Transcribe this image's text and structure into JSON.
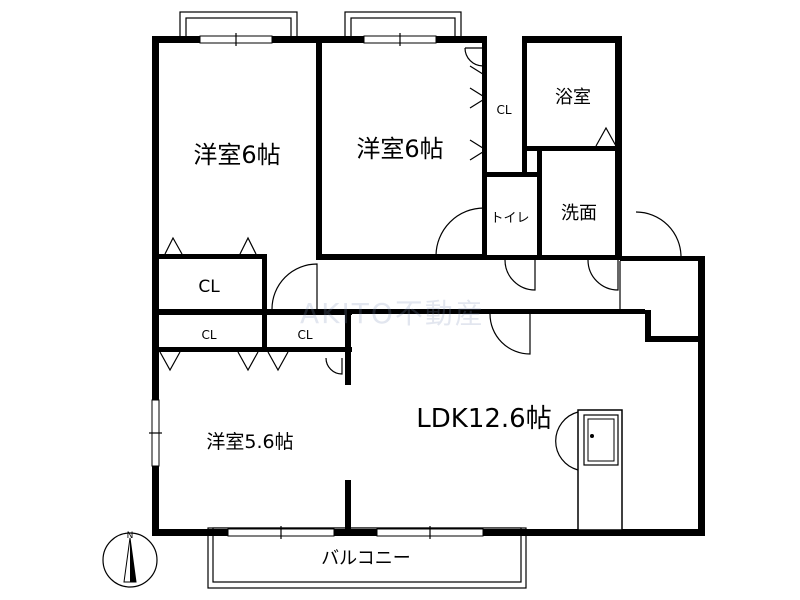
{
  "floorplan": {
    "rooms": {
      "western_room_nw": "洋室6帖",
      "western_room_n": "洋室6帖",
      "bathroom": "浴室",
      "closet_bath": "CL",
      "toilet": "トイレ",
      "washroom": "洗面",
      "closet_large": "CL",
      "closet_small_left": "CL",
      "closet_small_right": "CL",
      "western_room_sw": "洋室5.6帖",
      "ldk": "LDK12.6帖"
    },
    "balcony": "バルコニー",
    "compass": "N",
    "watermark": "AKITO不動産"
  }
}
